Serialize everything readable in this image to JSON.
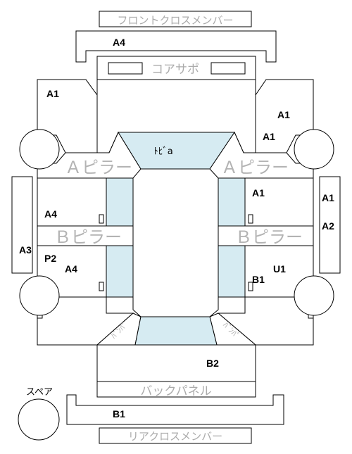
{
  "labels": {
    "front_cross_member": "フロントクロスメンバー",
    "core_support": "コアサポ",
    "a_pillar": "Ａピラー",
    "b_pillar": "Ｂピラー",
    "back_panel": "バックパネル",
    "rear_cross_member": "リアクロスメンバー",
    "spare": "スペア",
    "roof": "ﾄﾋﾞa",
    "rear_inner_left": "ﾊﾞ​ﾝﾊﾟ",
    "rear_inner_right": "ﾊﾞﾝﾊﾟ"
  },
  "grades": {
    "front_cross_member": "A4",
    "front_left_fender": "A1",
    "front_right_fender_upper": "A1",
    "front_right_fender_lower": "A1",
    "left_front_door": "A4",
    "left_rocker": "A3",
    "left_rear_door_p": "P2",
    "left_rear_door": "A4",
    "right_front_door": "A1",
    "right_rocker_upper": "A1",
    "right_rocker_lower": "A2",
    "right_rear_door_u": "U1",
    "right_rear_door_b": "B1",
    "trunk": "B2",
    "rear_cross_member": "B1"
  }
}
